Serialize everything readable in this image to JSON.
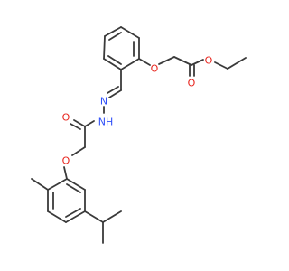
{
  "molecule": {
    "colors": {
      "bond": "#3a3a3a",
      "oxygen": "#e8251e",
      "nitrogen": "#3050f8",
      "background": "#ffffff"
    },
    "atom_labels": [
      {
        "id": "o-ring-ether",
        "text": "O",
        "element": "oxygen"
      },
      {
        "id": "o-ester",
        "text": "O",
        "element": "oxygen"
      },
      {
        "id": "o-ester-carbonyl",
        "text": "O",
        "element": "oxygen"
      },
      {
        "id": "n-imine",
        "text": "N",
        "element": "nitrogen"
      },
      {
        "id": "nh-hydrazide",
        "text": "NH",
        "element": "nitrogen"
      },
      {
        "id": "o-amide-carbonyl",
        "text": "O",
        "element": "oxygen"
      },
      {
        "id": "o-aryl-ether",
        "text": "O",
        "element": "oxygen"
      }
    ]
  }
}
